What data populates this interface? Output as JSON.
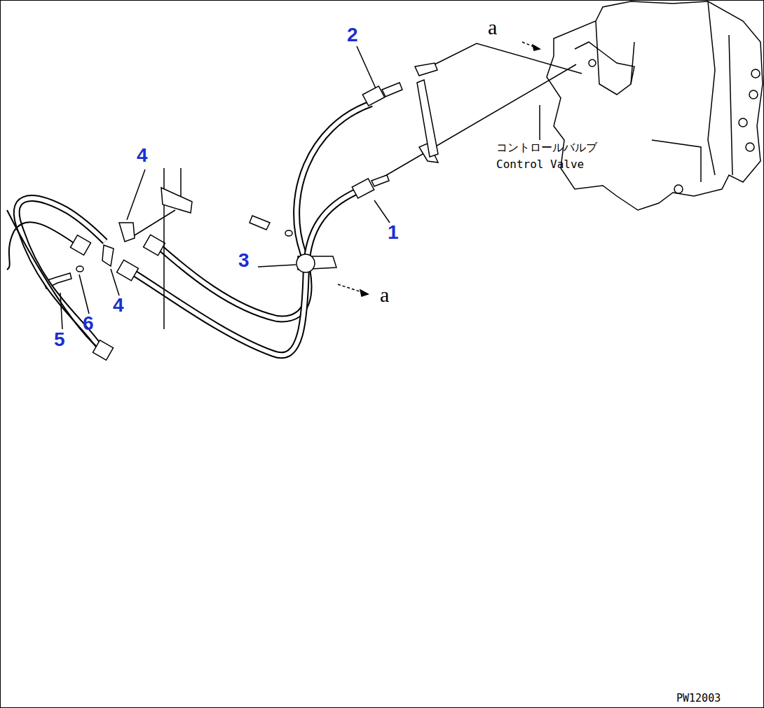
{
  "diagram": {
    "labels": [
      "2",
      "a",
      "コントロールバルブ",
      "Control Valve",
      "4",
      "1",
      "3",
      "a",
      "4",
      "6",
      "5",
      "PW12003"
    ]
  }
}
